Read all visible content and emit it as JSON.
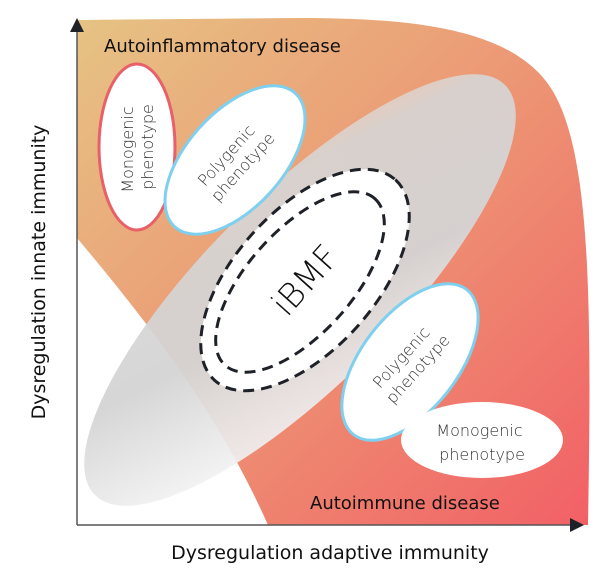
{
  "diagram": {
    "axes": {
      "x_label": "Dysregulation adaptive immunity",
      "y_label": "Dysregulation innate immunity"
    },
    "regions": {
      "autoinflammatory": "Autoinflammatory disease",
      "autoimmune": "Autoimmune disease",
      "center": "iBMF"
    },
    "phenotypes": {
      "autoinflammatory_monogenic": [
        "Monogenic",
        "phenotype"
      ],
      "autoinflammatory_polygenic": [
        "Polygenic",
        "phenotype"
      ],
      "autoimmune_polygenic": [
        "Polygenic",
        "phenotype"
      ],
      "autoimmune_monogenic": [
        "Monogenic",
        "phenotype"
      ]
    },
    "colors": {
      "autoinflammatory": "#e6c384",
      "autoimmune": "#f26464",
      "monogenic_outline": "#e8606a",
      "polygenic_outline": "#7fd0ee",
      "overlap": "#d8d8d8",
      "dashed": "#1e2228"
    }
  }
}
